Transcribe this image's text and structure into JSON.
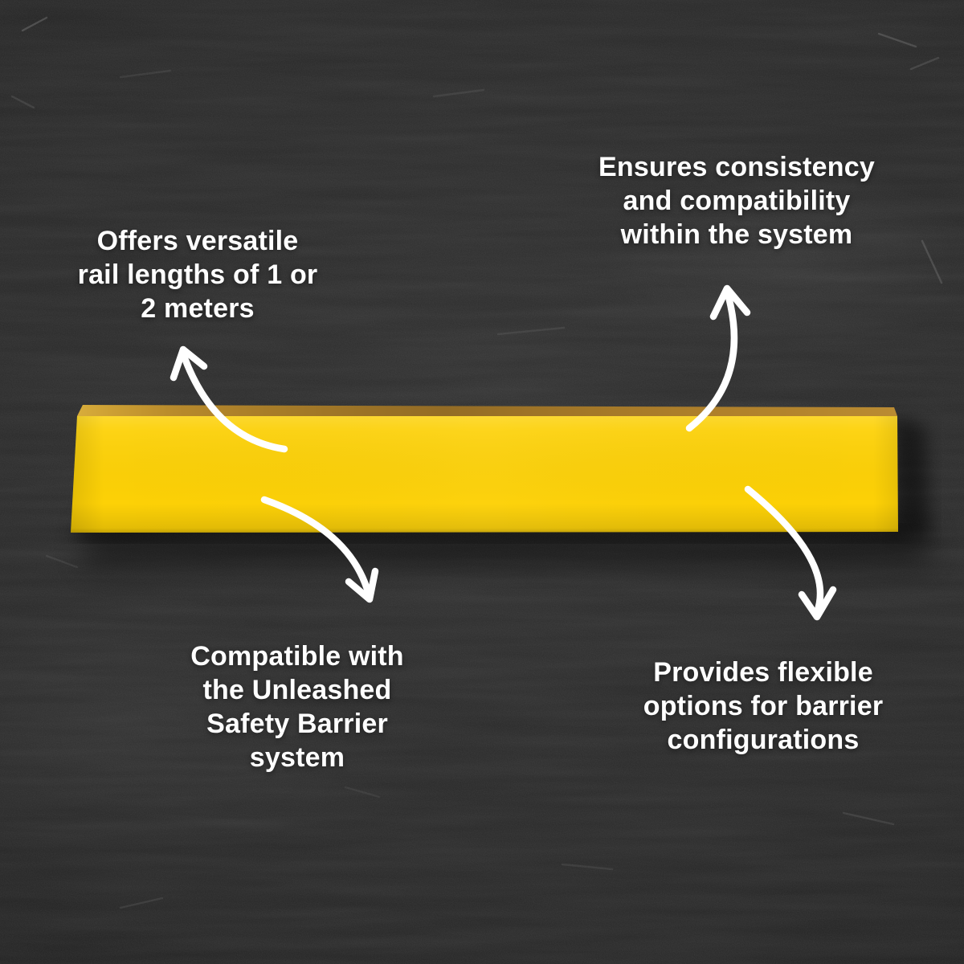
{
  "callouts": {
    "top_left": {
      "position": "top-left",
      "lines": [
        "Offers versatile",
        "rail lengths of 1 or",
        "2 meters"
      ]
    },
    "top_right": {
      "position": "top-right",
      "lines": [
        "Ensures consistency",
        "and compatibility",
        "within the system"
      ]
    },
    "bottom_left": {
      "position": "bottom-left",
      "lines": [
        "Compatible with",
        "the Unleashed",
        "Safety Barrier",
        "system"
      ]
    },
    "bottom_right": {
      "position": "bottom-right",
      "lines": [
        "Provides flexible",
        "options for barrier",
        "configurations"
      ]
    }
  },
  "graphics": {
    "rail": {
      "name": "yellow-barrier-rail",
      "face_color": "#FDD106",
      "top_edge_color": "#A87B2A"
    },
    "arrow_color": "#FFFFFF",
    "text_color": "#FFFFFF",
    "background_color": "#242424"
  }
}
